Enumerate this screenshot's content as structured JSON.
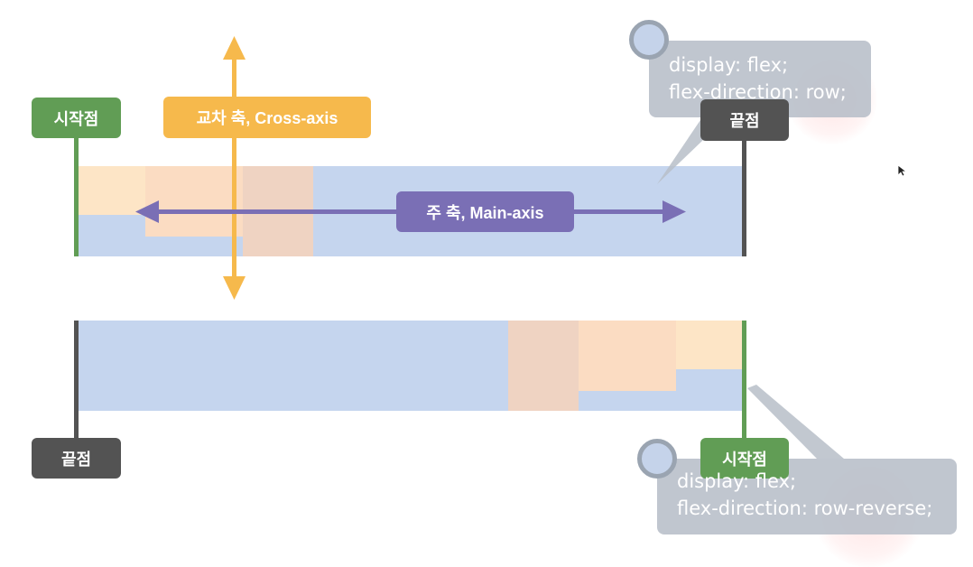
{
  "labels": {
    "start_top": "시작점",
    "end_top": "끝점",
    "cross_axis": "교차 축, Cross-axis",
    "main_axis": "주 축, Main-axis",
    "end_bottom": "끝점",
    "start_bottom": "시작점"
  },
  "code_top": {
    "line1": "display: flex;",
    "line2": "flex-direction: row;"
  },
  "code_bottom": {
    "line1": "display: flex;",
    "line2": "flex-direction: row-reverse;"
  },
  "colors": {
    "start": "#619d55",
    "end": "#535353",
    "container": "#c5d5ee",
    "cross_axis": "#f6b94c",
    "main_axis": "#7a6fb5",
    "code_box": "#b7bec8"
  },
  "icons": {
    "cursor": "mouse-pointer-icon"
  }
}
